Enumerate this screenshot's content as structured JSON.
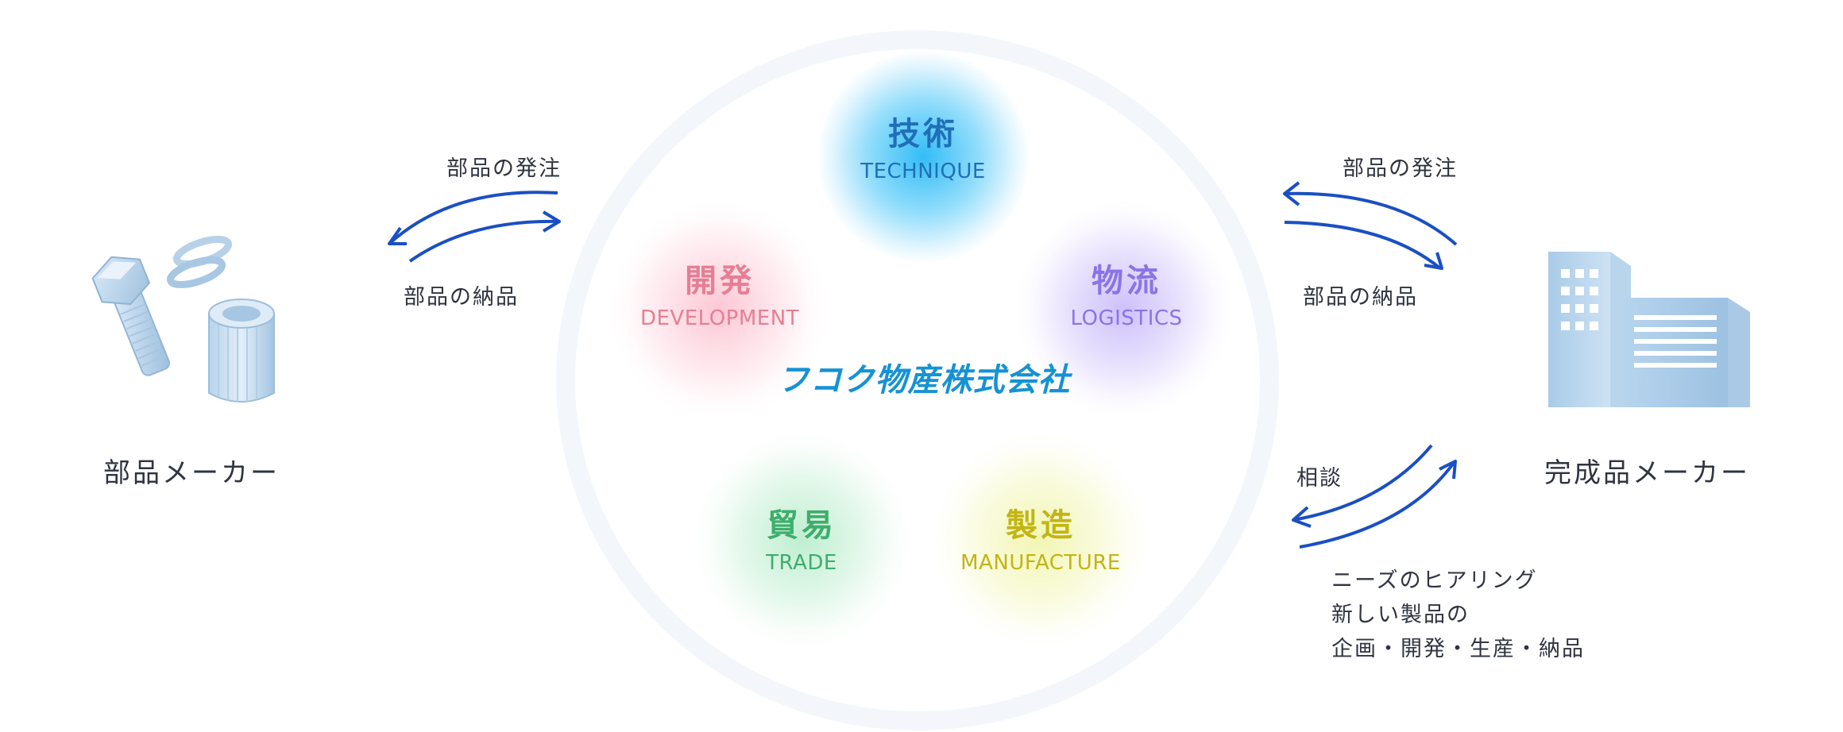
{
  "ring": {
    "color": "#f3f7fc"
  },
  "services": {
    "technique": {
      "jp": "技術",
      "en": "TECHNIQUE",
      "color": "#1f6fb8"
    },
    "development": {
      "jp": "開発",
      "en": "DEVELOPMENT",
      "color": "#e67e94"
    },
    "logistics": {
      "jp": "物流",
      "en": "LOGISTICS",
      "color": "#8a74e6"
    },
    "trade": {
      "jp": "貿易",
      "en": "TRADE",
      "color": "#3fad6d"
    },
    "manufacture": {
      "jp": "製造",
      "en": "MANUFACTURE",
      "color": "#c2b514"
    }
  },
  "company": {
    "name": "フコク物産株式会社",
    "color": "#1592d4"
  },
  "left": {
    "maker_label": "部品メーカー",
    "order_label": "部品の発注",
    "delivery_label": "部品の納品"
  },
  "right": {
    "maker_label": "完成品メーカー",
    "order_label": "部品の発注",
    "delivery_label": "部品の納品",
    "consult_label": "相談",
    "needs_lines": [
      "ニーズのヒアリング",
      "新しい製品の",
      "企画・開発・生産・納品"
    ]
  },
  "arrow_color": "#1a4fc4",
  "icons": {
    "parts": "bolt-washer-nut-icon",
    "factory": "building-icon"
  }
}
